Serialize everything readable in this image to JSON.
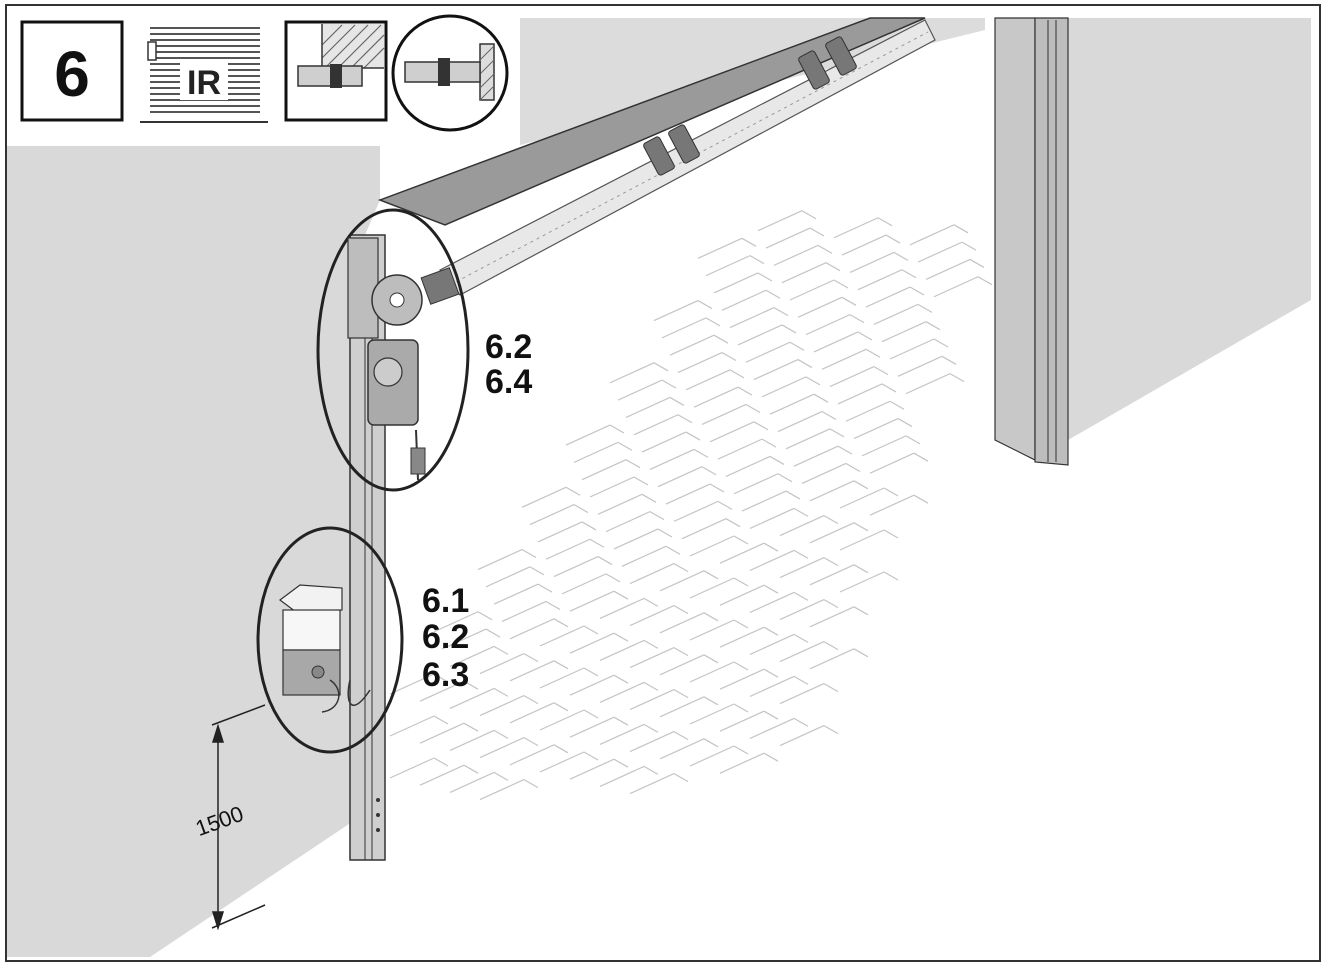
{
  "step": {
    "number": "6"
  },
  "icons": {
    "door_type": {
      "name": "roller-door-ir-icon",
      "label": "IR"
    },
    "wall_mount_square": {
      "name": "wall-mount-bracket-icon"
    },
    "wall_mount_circle": {
      "name": "wall-mount-bracket-detail-icon"
    }
  },
  "callouts": {
    "upper": {
      "lines": [
        "6.2",
        "6.4"
      ]
    },
    "lower": {
      "lines": [
        "6.1",
        "6.2",
        "6.3"
      ]
    }
  },
  "dimension": {
    "value": "1500"
  },
  "colors": {
    "wall": "#d9d9d9",
    "header": "#9a9a9a",
    "line": "#222222",
    "brick": "#bdbdbd"
  }
}
